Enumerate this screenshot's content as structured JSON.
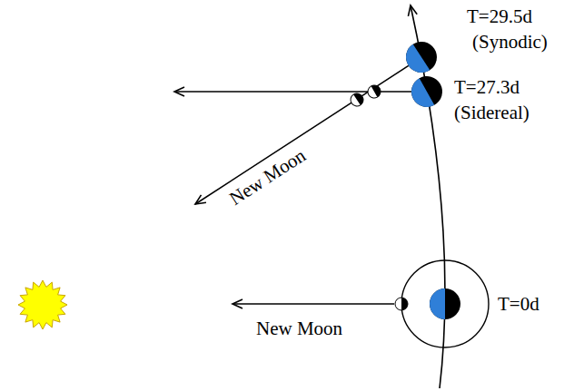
{
  "diagram": {
    "labels": [
      "T=29.5d",
      "(Synodic)",
      "T=27.3d",
      "(Sidereal)",
      "New Moon",
      "New Moon",
      "T=0d"
    ]
  }
}
